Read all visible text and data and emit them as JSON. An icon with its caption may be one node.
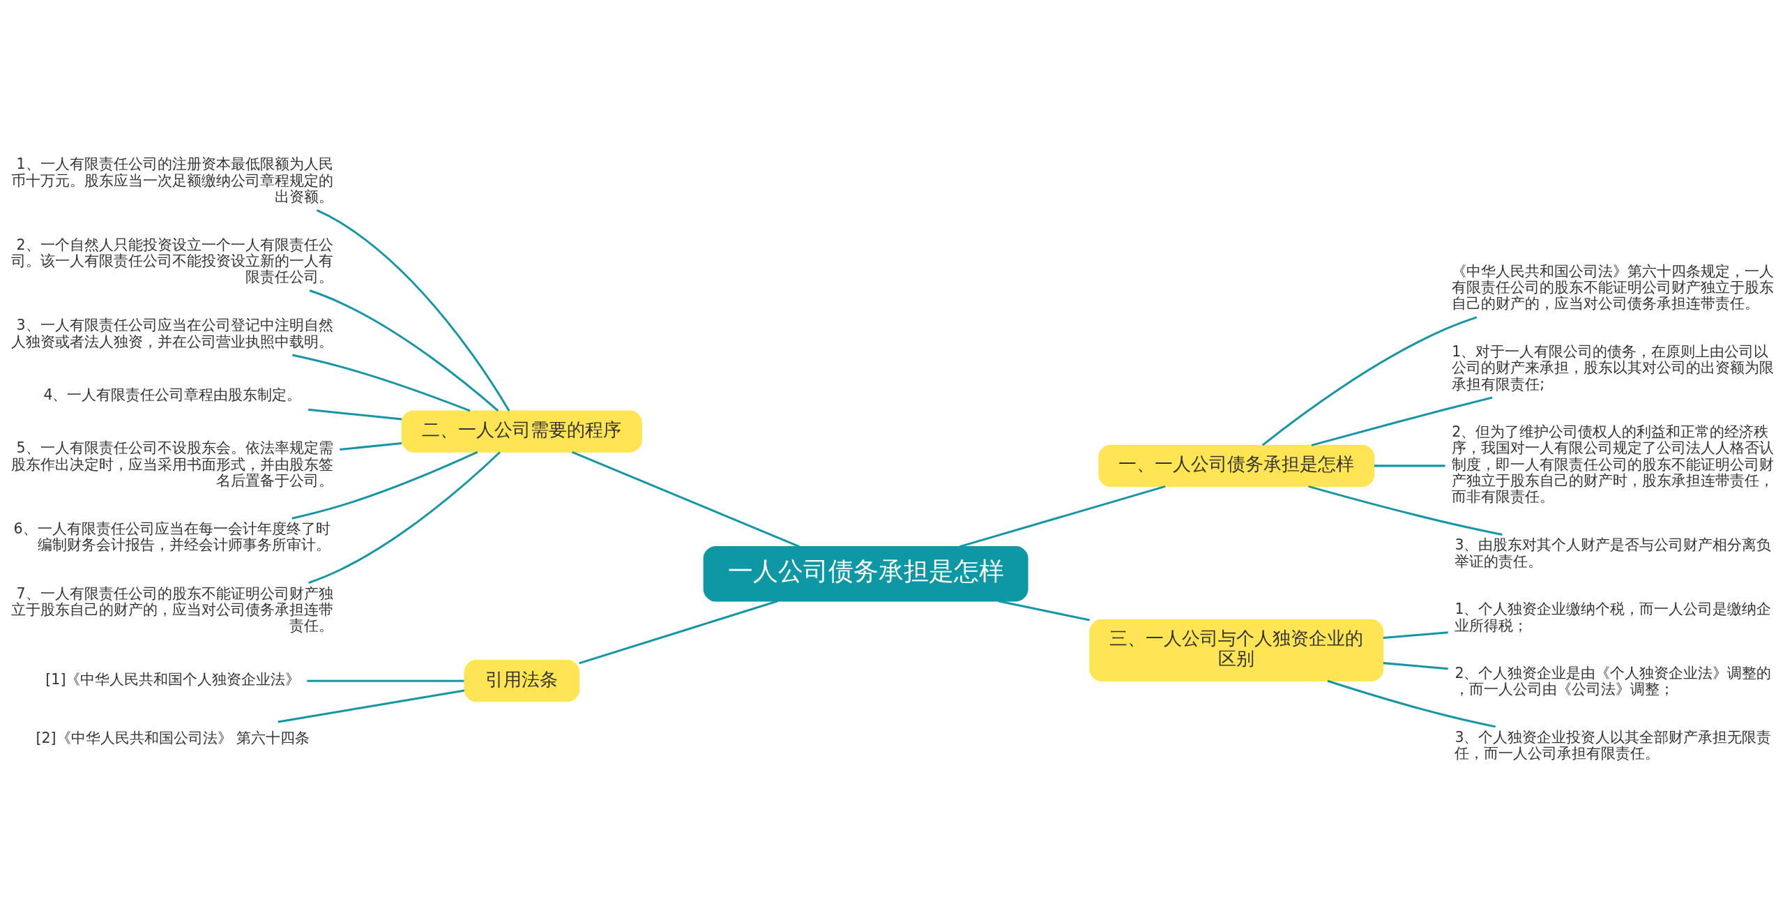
{
  "diagram": {
    "nodes": [
      {
        "text": [
          "一人公司债务承担是怎样"
        ]
      },
      {
        "text": [
          "一、一人公司债务承担是怎样"
        ]
      },
      {
        "text": [
          "《中华人民共和国公司法》第六十四条规定，一人有限责任公司的股东不能证明公司财产独立于股东自己的财产的，应当对公司债务承担连带责任。"
        ]
      },
      {
        "text": [
          "1、对于一人有限公司的债务，在原则上由公司以公司的财产来承担，股东以其对公司的出资额为限承担有限责任;"
        ]
      },
      {
        "text": [
          "2、但为了维护公司债权人的利益和正常的经济秩序，我国对一人有限公司规定了公司法人人格否认制度，即一人有限责任公司的股东不能证明公司财产独立于股东自己的财产时，股东承担连带责任，而非有限责任。"
        ]
      },
      {
        "text": [
          "3、由股东对其个人财产是否与公司财产相分离负举证的责任。"
        ]
      },
      {
        "text": [
          "三、一人公司与个人独资企业的区别"
        ]
      },
      {
        "text": [
          "1、个人独资企业缴纳个税，而一人公司是缴纳企业所得税；"
        ]
      },
      {
        "text": [
          "2、个人独资企业是由《个人独资企业法》调整的，而一人公司由《公司法》调整；"
        ]
      },
      {
        "text": [
          "3、个人独资企业投资人以其全部财产承担无限责任，而一人公司承担有限责任。"
        ]
      },
      {
        "text": [
          "二、一人公司需要的程序"
        ]
      },
      {
        "text": [
          "1、一人有限责任公司的注册资本最低限额为人民币十万元。股东应当一次足额缴纳公司章程规定的出资额。"
        ]
      },
      {
        "text": [
          "2、一个自然人只能投资设立一个一人有限责任公司。该一人有限责任公司不能投资设立新的一人有限责任公司。"
        ]
      },
      {
        "text": [
          "3、一人有限责任公司应当在公司登记中注明自然人独资或者法人独资，并在公司营业执照中载明。"
        ]
      },
      {
        "text": [
          "4、一人有限责任公司章程由股东制定。"
        ]
      },
      {
        "text": [
          "5、一人有限责任公司不设股东会。依法率规定需股东作出决定时，应当采用书面形式，并由股东签名后置备于公司。"
        ]
      },
      {
        "text": [
          "6、一人有限责任公司应当在每一会计年度终了时编制财务会计报告，并经会计师事务所审计。"
        ]
      },
      {
        "text": [
          "7、一人有限责任公司的股东不能证明公司财产独立于股东自己的财产的，应当对公司债务承担连带责任。"
        ]
      },
      {
        "text": [
          "引用法条"
        ]
      },
      {
        "text": [
          "[1]《中华人民共和国个人独资企业法》"
        ]
      },
      {
        "text": [
          "[2]《中华人民共和国公司法》 第六十四条"
        ]
      }
    ],
    "edges": [
      {
        "from": 0,
        "to": 1,
        "arrow": "none"
      },
      {
        "from": 1,
        "to": 2,
        "arrow": "none"
      },
      {
        "from": 1,
        "to": 3,
        "arrow": "none"
      },
      {
        "from": 1,
        "to": 4,
        "arrow": "none"
      },
      {
        "from": 1,
        "to": 5,
        "arrow": "none"
      },
      {
        "from": 0,
        "to": 6,
        "arrow": "none"
      },
      {
        "from": 6,
        "to": 7,
        "arrow": "none"
      },
      {
        "from": 6,
        "to": 8,
        "arrow": "none"
      },
      {
        "from": 6,
        "to": 9,
        "arrow": "none"
      },
      {
        "from": 0,
        "to": 10,
        "arrow": "none"
      },
      {
        "from": 10,
        "to": 11,
        "arrow": "none"
      },
      {
        "from": 10,
        "to": 12,
        "arrow": "none"
      },
      {
        "from": 10,
        "to": 13,
        "arrow": "none"
      },
      {
        "from": 10,
        "to": 14,
        "arrow": "none"
      },
      {
        "from": 10,
        "to": 15,
        "arrow": "none"
      },
      {
        "from": 10,
        "to": 16,
        "arrow": "none"
      },
      {
        "from": 10,
        "to": 17,
        "arrow": "none"
      },
      {
        "from": 0,
        "to": 18,
        "arrow": "none"
      },
      {
        "from": 18,
        "to": 19,
        "arrow": "none"
      },
      {
        "from": 18,
        "to": 20,
        "arrow": "none"
      }
    ]
  }
}
